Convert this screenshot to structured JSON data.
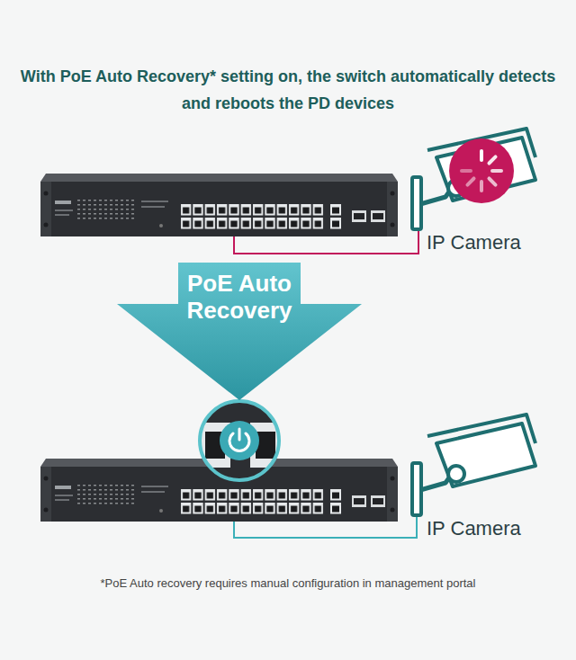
{
  "diagram": {
    "title": "With PoE Auto Recovery* setting on, the switch automatically detects and reboots the PD devices",
    "caption": "*PoE Auto recovery requires manual configuration in management portal",
    "nodes": [
      {
        "text": [
          "PoE Auto Recovery"
        ]
      }
    ],
    "labels": [
      "IP Camera",
      "IP Camera"
    ]
  }
}
